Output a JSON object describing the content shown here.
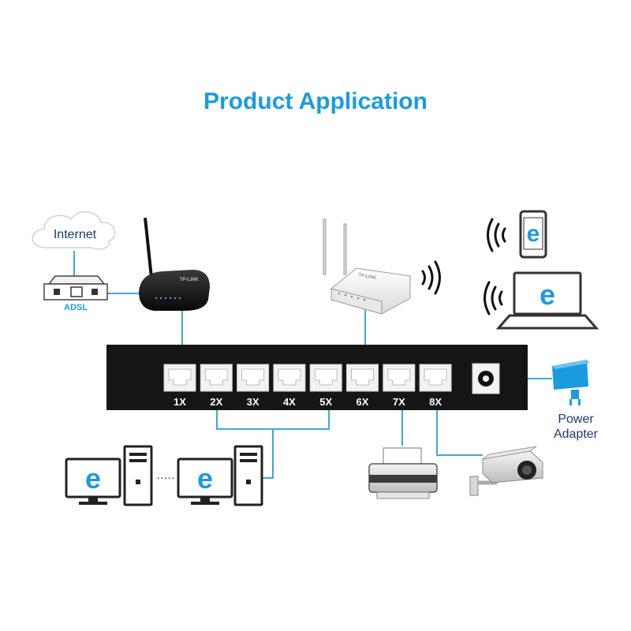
{
  "title": "Product Application",
  "internet_label": "Internet",
  "adsl_label": "ADSL",
  "port_labels": [
    "1X",
    "2X",
    "3X",
    "4X",
    "5X",
    "6X",
    "7X",
    "8X"
  ],
  "power_label_line1": "Power",
  "power_label_line2": "Adapter",
  "monitor_glyph": "e",
  "dots_label": "·····",
  "colors": {
    "accent": "#1a9be0",
    "link_line": "#3da8dc",
    "switch_body": "#151515",
    "port_fill": "#f2f2f2"
  }
}
